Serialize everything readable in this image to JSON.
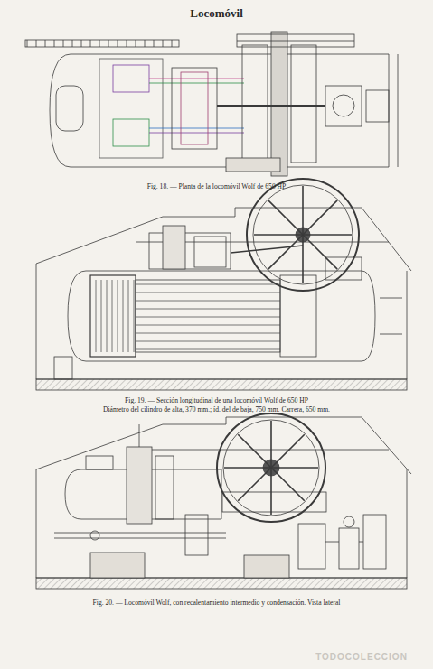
{
  "diagram": {
    "title": "Locomóvil",
    "labels": [
      "Fig. 18. — Planta de la locomóvil Wolf de 650 HP",
      "Fig. 19. — Sección longitudinal de una locomóvil Wolf de 650 HP",
      "Diámetro del cilindro de alta, 370 mm.; íd. del de baja, 750 mm. Carrera, 650 mm.",
      "Fig. 20. — Locomóvil Wolf, con recalentamiento intermedio y condensación. Vista lateral",
      "TODOCOLECCION"
    ]
  }
}
